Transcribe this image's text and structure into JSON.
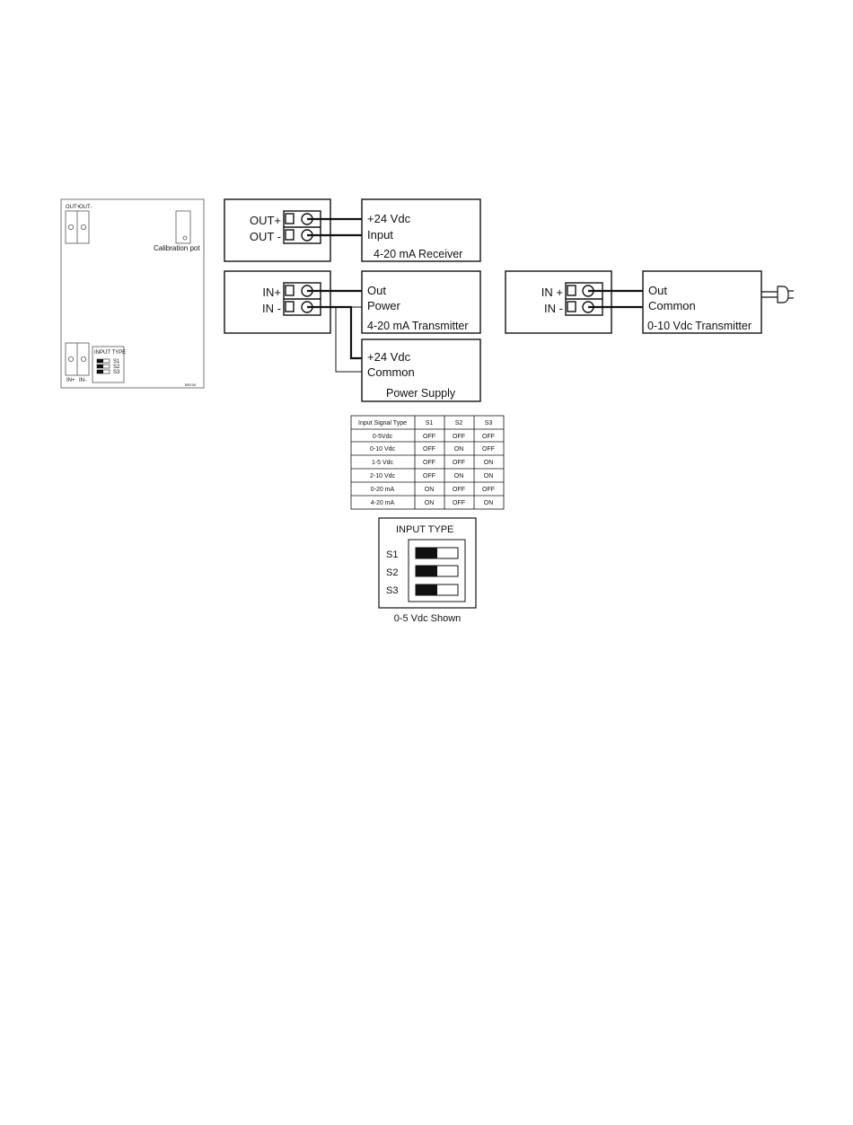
{
  "board": {
    "out_plus": "OUT+",
    "out_minus": "OUT-",
    "calibration_pot": "Calibration pot",
    "input_type": "INPUT TYPE",
    "switches": [
      "S1",
      "S2",
      "S3"
    ],
    "in_plus": "IN+",
    "in_minus": "IN-",
    "part_no": "BR100"
  },
  "receiver_terminal": {
    "plus": "OUT+",
    "minus": "OUT -"
  },
  "receiver": {
    "line1": "+24 Vdc",
    "line2": "Input",
    "title": "4-20 mA Receiver"
  },
  "transmitter_terminal": {
    "plus": "IN+",
    "minus": "IN -"
  },
  "transmitter": {
    "line1": "Out",
    "line2": "Power",
    "title": "4-20 mA Transmitter"
  },
  "power_supply": {
    "line1": "+24 Vdc",
    "line2": "Common",
    "title": "Power Supply"
  },
  "voltage_terminal": {
    "plus": "IN +",
    "minus": "IN -"
  },
  "voltage_transmitter": {
    "line1": "Out",
    "line2": "Common",
    "title": "0-10 Vdc Transmitter"
  },
  "table": {
    "headers": [
      "Input Signal Type",
      "S1",
      "S2",
      "S3"
    ],
    "rows": [
      [
        "0-5Vdc",
        "OFF",
        "OFF",
        "OFF"
      ],
      [
        "0-10 Vdc",
        "OFF",
        "ON",
        "OFF"
      ],
      [
        "1-5 Vdc",
        "OFF",
        "OFF",
        "ON"
      ],
      [
        "2-10 Vdc",
        "OFF",
        "ON",
        "ON"
      ],
      [
        "0-20 mA",
        "ON",
        "OFF",
        "OFF"
      ],
      [
        "4-20 mA",
        "ON",
        "OFF",
        "ON"
      ]
    ]
  },
  "dip_detail": {
    "title": "INPUT TYPE",
    "labels": [
      "S1",
      "S2",
      "S3"
    ],
    "caption": "0-5 Vdc Shown"
  }
}
